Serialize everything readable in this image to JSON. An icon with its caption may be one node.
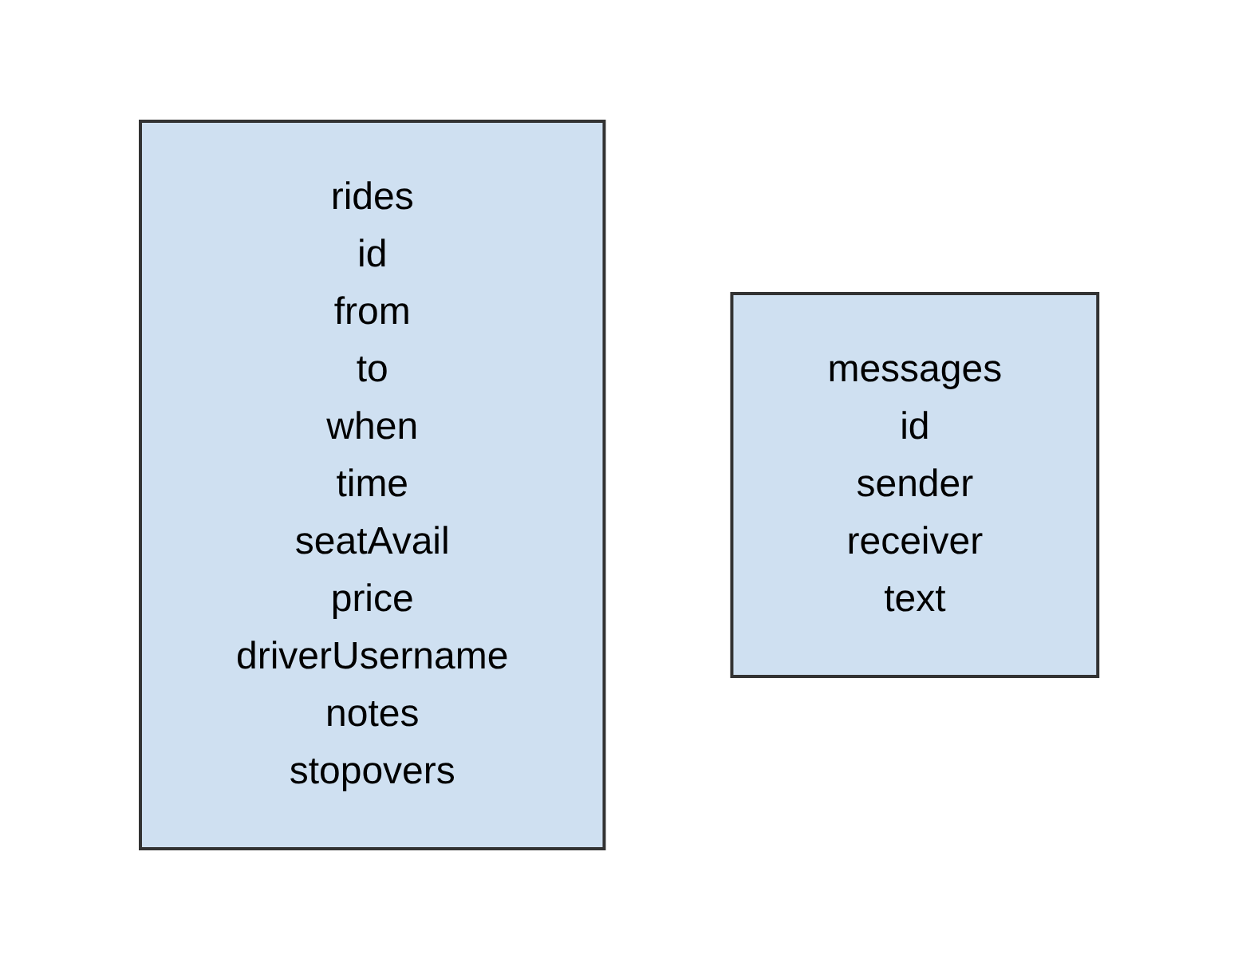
{
  "diagram": {
    "nodes": [
      {
        "text": [
          "rides",
          "id",
          "from",
          "to",
          "when",
          "time",
          "seatAvail",
          "price",
          "driverUsername",
          "notes",
          "stopovers"
        ]
      },
      {
        "text": [
          "messages",
          "id",
          "sender",
          "receiver",
          "text"
        ]
      }
    ],
    "edges": []
  }
}
